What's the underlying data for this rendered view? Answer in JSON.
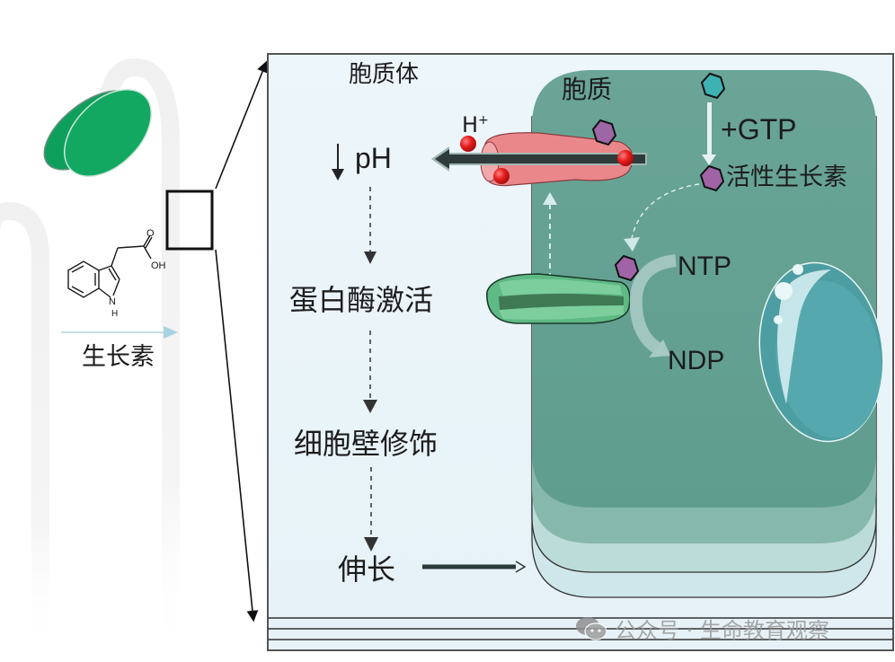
{
  "seedling": {
    "molecule_labels": {
      "oxygen": "O",
      "hydroxyl": "OH",
      "nitrogen": "N",
      "hydrogen": "H"
    },
    "hormone_label": "生长素"
  },
  "panel": {
    "apoplast_label": "胞质体",
    "cytoplasm_label": "胞质",
    "proton_label": "H",
    "proton_charge": "+",
    "ph_label": "pH",
    "flow_steps": [
      "蛋白酶激活",
      "细胞壁修饰",
      "伸长"
    ],
    "gtp_label": "+GTP",
    "active_auxin_label": "活性生长素",
    "ntp_label": "NTP",
    "ndp_label": "NDP"
  },
  "colors": {
    "cytoplasm": "#64a192",
    "leaf": "#0fa45f",
    "pump": "#e98a8e",
    "proton": "#e01f1f",
    "auxin_active": "#a46aa8",
    "auxin_inactive": "#3fb2b4",
    "vacuole": "#4fa3a7",
    "receptor": "#5fb985",
    "panel_bg": "#eaf4f9"
  },
  "watermark": {
    "text": "公众号 · 生命教育观察"
  }
}
